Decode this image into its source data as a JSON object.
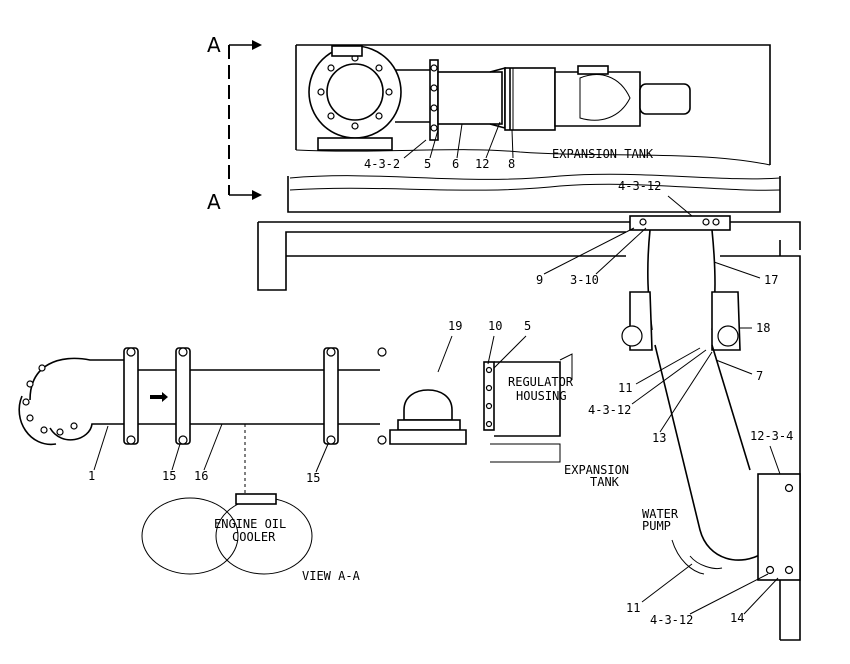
{
  "section_marks": {
    "top": "A",
    "bottom": "A"
  },
  "labels": {
    "expansion_tank_top": "EXPANSION TANK",
    "regulator_housing_1": "REGULATOR",
    "regulator_housing_2": "HOUSING",
    "expansion_tank_mid_1": "EXPANSION",
    "expansion_tank_mid_2": "TANK",
    "engine_oil_cooler_1": "ENGINE OIL",
    "engine_oil_cooler_2": "COOLER",
    "view": "VIEW A-A",
    "water_pump_1": "WATER",
    "water_pump_2": "PUMP"
  },
  "callouts": {
    "top_4_3_2": "4-3-2",
    "top_5": "5",
    "top_6": "6",
    "top_12": "12",
    "top_8": "8",
    "r_4_3_12_a": "4-3-12",
    "r_9": "9",
    "r_3_10": "3-10",
    "r_17": "17",
    "r_18": "18",
    "r_11_a": "11",
    "r_7": "7",
    "r_4_3_12_b": "4-3-12",
    "r_13": "13",
    "r_12_3_4": "12-3-4",
    "r_11_b": "11",
    "r_4_3_12_c": "4-3-12",
    "r_14": "14",
    "m_19": "19",
    "m_10": "10",
    "m_5": "5",
    "l_1": "1",
    "l_15_a": "15",
    "l_16": "16",
    "l_15_b": "15"
  }
}
